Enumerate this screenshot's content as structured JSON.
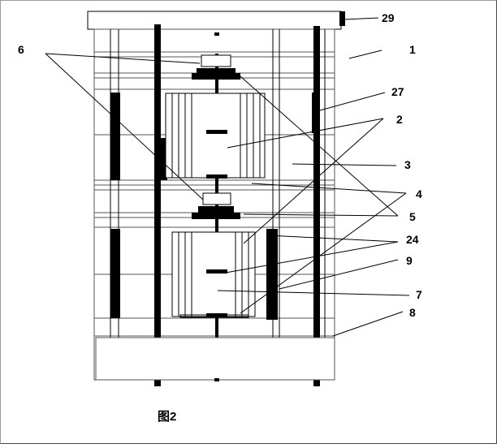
{
  "figure": {
    "caption": "图2"
  },
  "callouts": [
    {
      "id": "29",
      "label": "29"
    },
    {
      "id": "1",
      "label": "1"
    },
    {
      "id": "6",
      "label": "6"
    },
    {
      "id": "27",
      "label": "27"
    },
    {
      "id": "2",
      "label": "2"
    },
    {
      "id": "3",
      "label": "3"
    },
    {
      "id": "4",
      "label": "4"
    },
    {
      "id": "5",
      "label": "5"
    },
    {
      "id": "24",
      "label": "24"
    },
    {
      "id": "9",
      "label": "9"
    },
    {
      "id": "7",
      "label": "7"
    },
    {
      "id": "8",
      "label": "8"
    }
  ],
  "colors": {
    "line": "#000000",
    "frame_line": "#555555",
    "background": "#ffffff"
  }
}
